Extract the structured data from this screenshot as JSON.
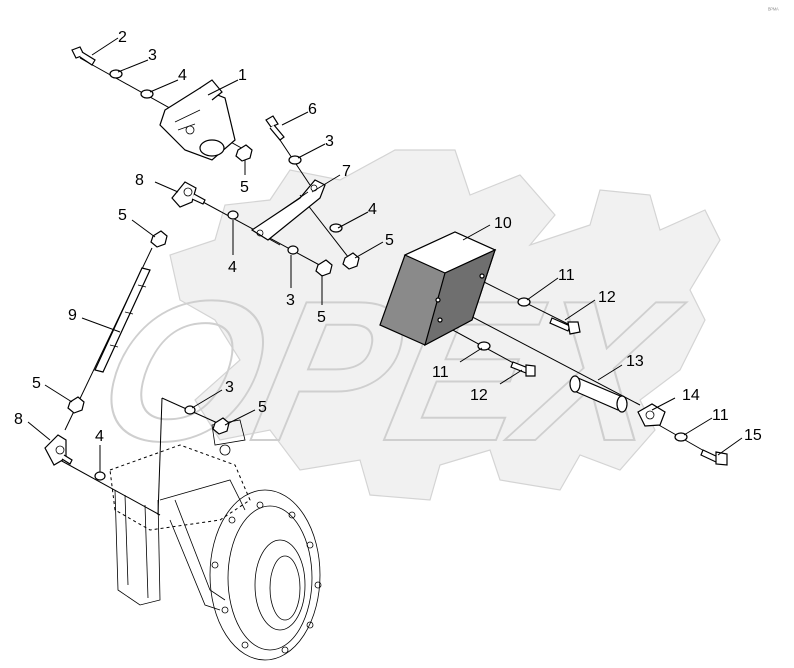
{
  "watermark": {
    "text": "OPEX"
  },
  "corner_mark": "ᴮᴾᴹᴬ",
  "callouts": [
    {
      "id": "c1",
      "text": "1"
    },
    {
      "id": "c2",
      "text": "2"
    },
    {
      "id": "c3a",
      "text": "3"
    },
    {
      "id": "c4a",
      "text": "4"
    },
    {
      "id": "c5a",
      "text": "5"
    },
    {
      "id": "c6",
      "text": "6"
    },
    {
      "id": "c3b",
      "text": "3"
    },
    {
      "id": "c7",
      "text": "7"
    },
    {
      "id": "c8a",
      "text": "8"
    },
    {
      "id": "c5b",
      "text": "5"
    },
    {
      "id": "c4b",
      "text": "4"
    },
    {
      "id": "c4c",
      "text": "4"
    },
    {
      "id": "c5c",
      "text": "5"
    },
    {
      "id": "c3c",
      "text": "3"
    },
    {
      "id": "c5d",
      "text": "5"
    },
    {
      "id": "c10",
      "text": "10"
    },
    {
      "id": "c11a",
      "text": "11"
    },
    {
      "id": "c12a",
      "text": "12"
    },
    {
      "id": "c9",
      "text": "9"
    },
    {
      "id": "c11b",
      "text": "11"
    },
    {
      "id": "c12b",
      "text": "12"
    },
    {
      "id": "c13",
      "text": "13"
    },
    {
      "id": "c5e",
      "text": "5"
    },
    {
      "id": "c3d",
      "text": "3"
    },
    {
      "id": "c5f",
      "text": "5"
    },
    {
      "id": "c14",
      "text": "14"
    },
    {
      "id": "c8b",
      "text": "8"
    },
    {
      "id": "c4d",
      "text": "4"
    },
    {
      "id": "c11c",
      "text": "11"
    },
    {
      "id": "c15",
      "text": "15"
    }
  ]
}
